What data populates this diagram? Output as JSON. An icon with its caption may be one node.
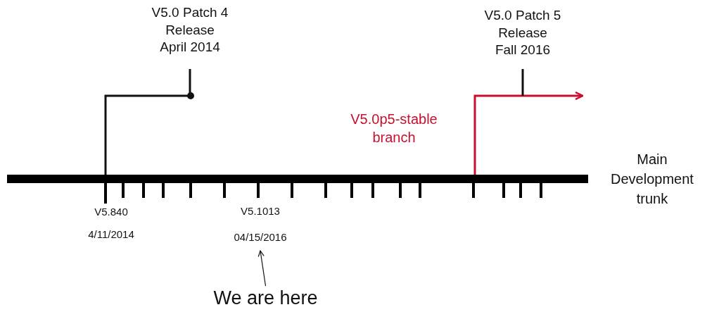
{
  "diagram": {
    "nodes": [
      {
        "text": [],
        "shape": "bar",
        "beside": [
          "Main Development trunk"
        ]
      },
      {
        "text": [
          "V5.0 Patch 4 Release April 2014"
        ]
      },
      {
        "text": [
          "V5.0 Patch 5 Release Fall 2016"
        ]
      },
      {
        "text": [
          "V5.1013",
          "04/15/2016"
        ]
      },
      {
        "text": [
          "We are here"
        ]
      }
    ],
    "edges": [
      {
        "from": 0,
        "to": 1,
        "arrow": "none"
      },
      {
        "from": 0,
        "to": null,
        "arrow": "to",
        "color": "#c8102e",
        "label": "V5.0p5-stable branch"
      },
      {
        "from": 2,
        "to": null,
        "arrow": "none"
      },
      {
        "from": 4,
        "to": 3,
        "arrow": "to"
      }
    ],
    "labels": [
      "V5.840",
      "4/11/2014"
    ]
  }
}
